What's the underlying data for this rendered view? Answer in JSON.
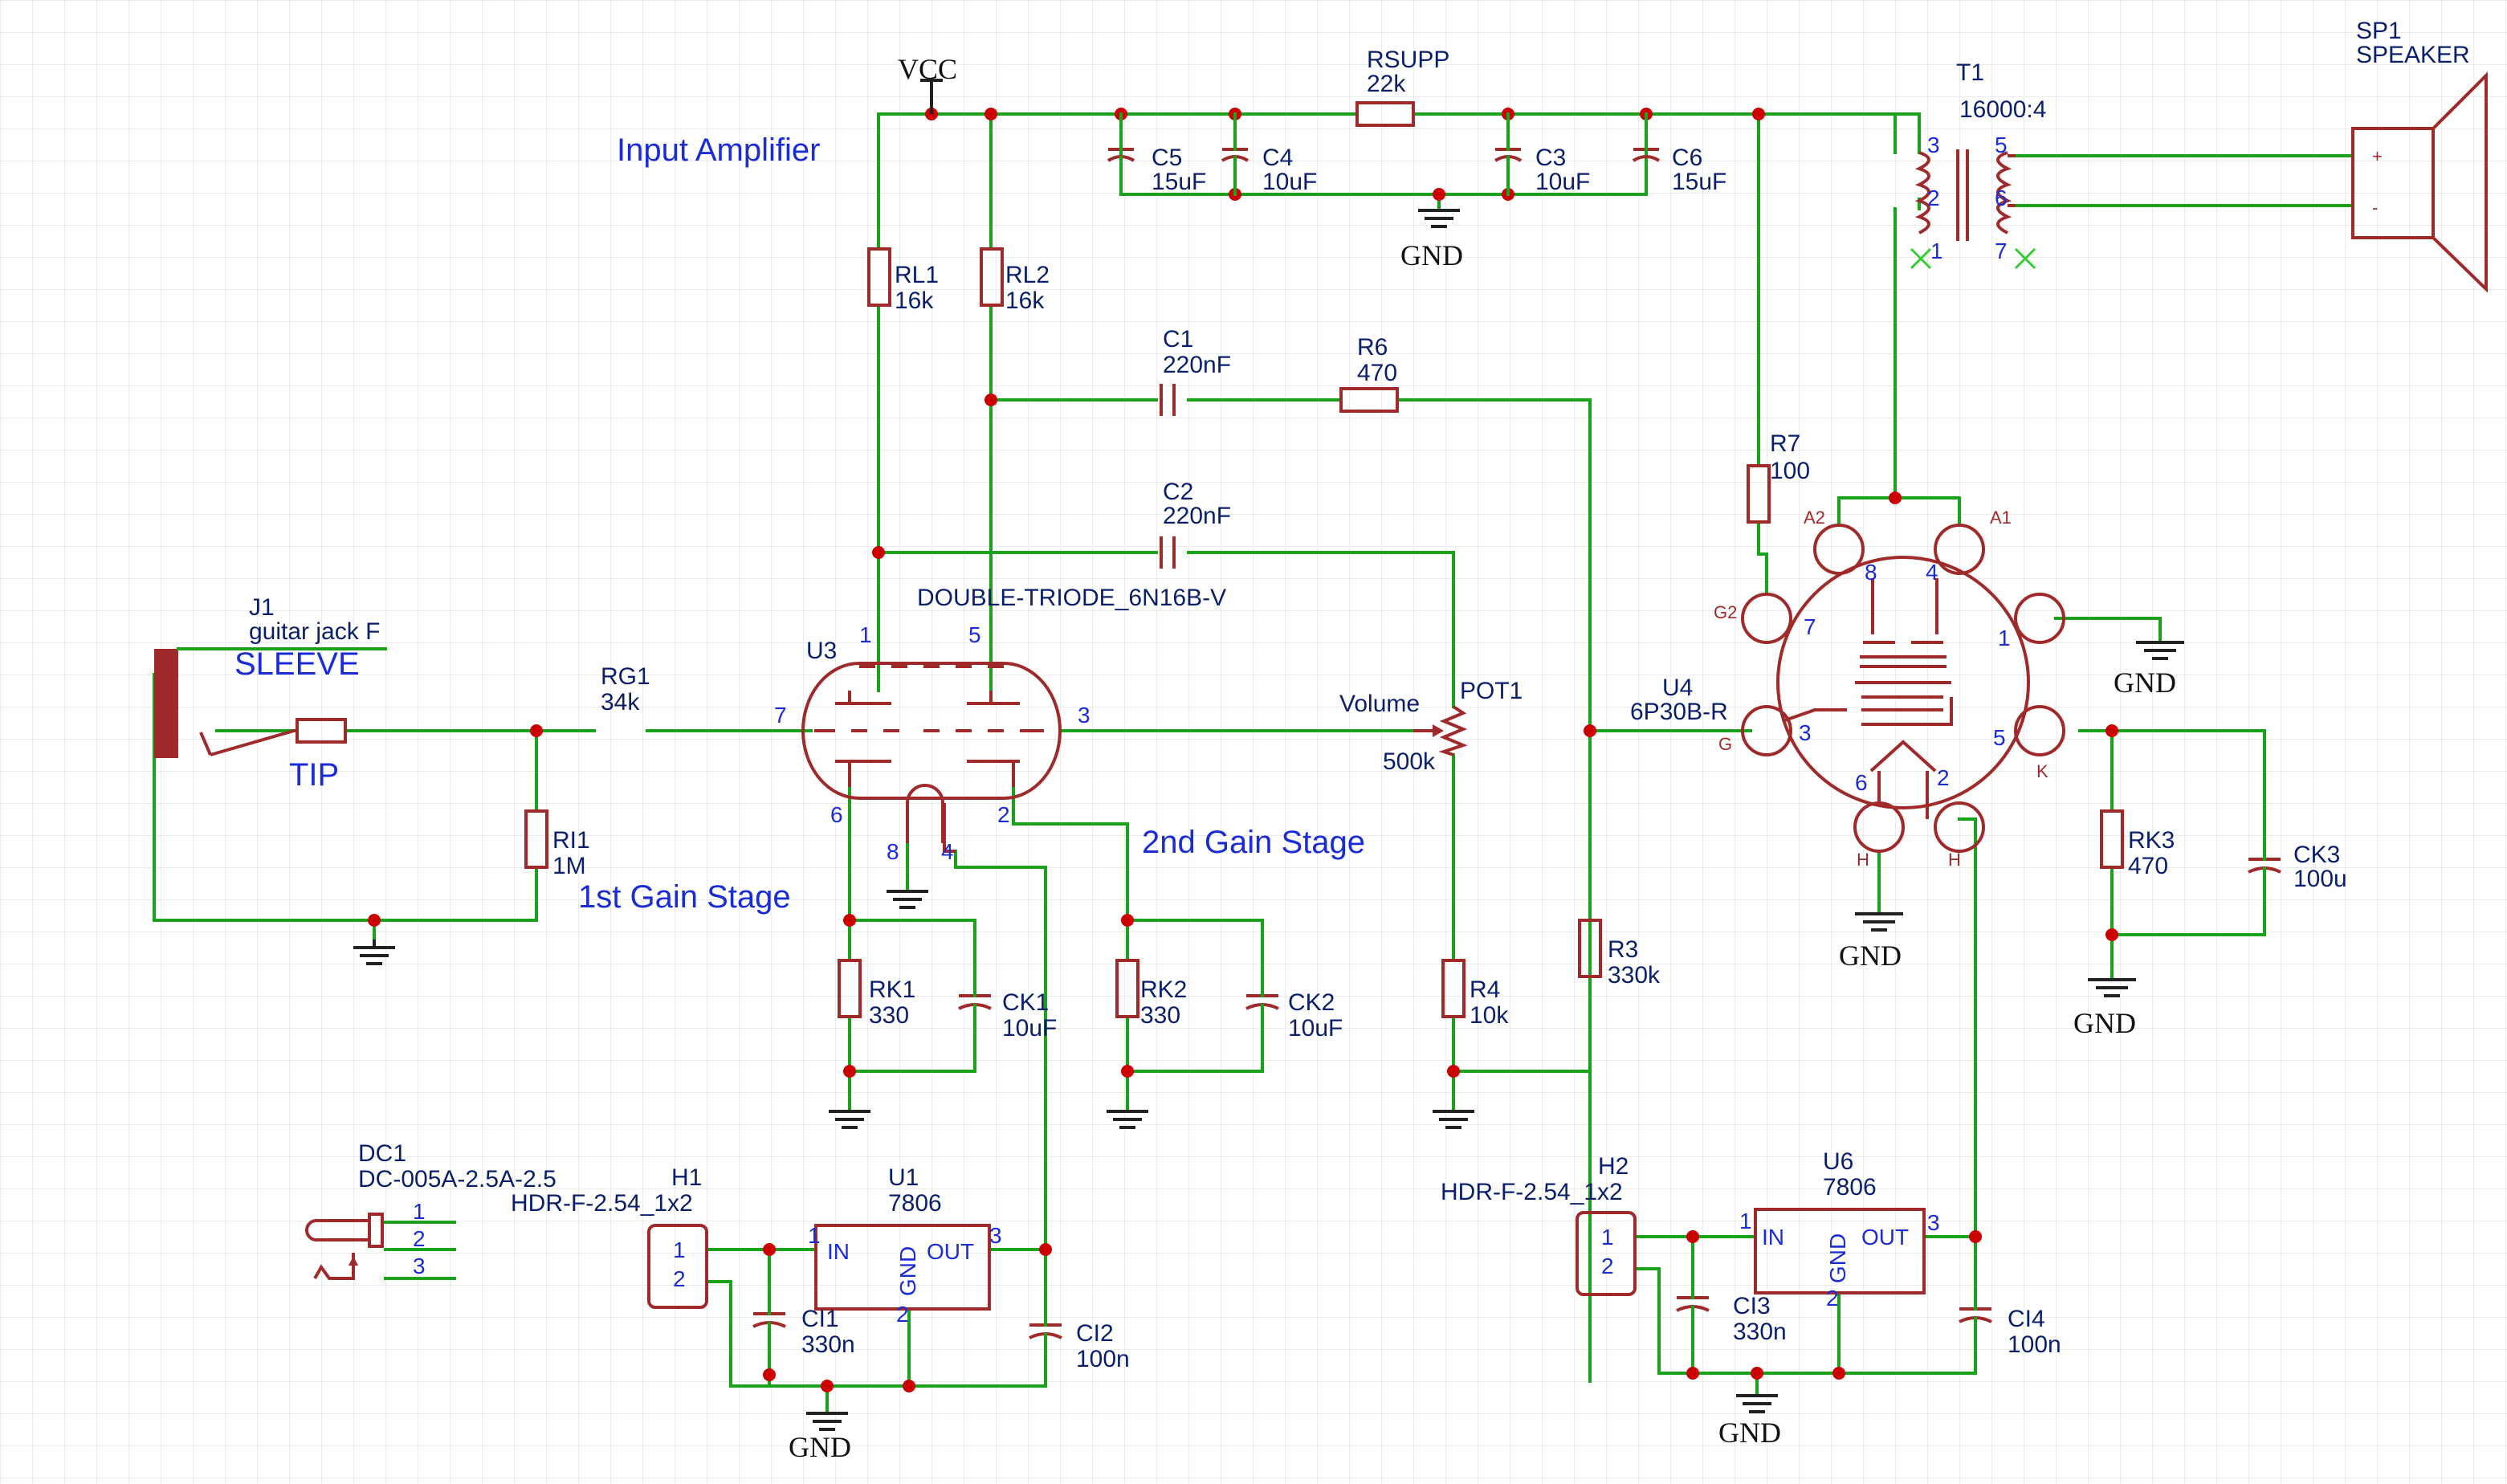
{
  "titles": {
    "input_amp": "Input Amplifier",
    "gain1": "1st Gain Stage",
    "gain2": "2nd Gain Stage"
  },
  "nets": {
    "vcc": "VCC",
    "gnd": "GND"
  },
  "jack": {
    "ref": "J1",
    "value": "guitar jack F",
    "sleeve": "SLEEVE",
    "tip": "TIP"
  },
  "rg1": {
    "ref": "RG1",
    "value": "34k"
  },
  "ri1": {
    "ref": "RI1",
    "value": "1M"
  },
  "rl1": {
    "ref": "RL1",
    "value": "16k"
  },
  "rl2": {
    "ref": "RL2",
    "value": "16k"
  },
  "c1": {
    "ref": "C1",
    "value": "220nF"
  },
  "c2": {
    "ref": "C2",
    "value": "220nF"
  },
  "r6": {
    "ref": "R6",
    "value": "470"
  },
  "rsupp": {
    "ref": "RSUPP",
    "value": "22k"
  },
  "c5": {
    "ref": "C5",
    "value": "15uF"
  },
  "c4": {
    "ref": "C4",
    "value": "10uF"
  },
  "c3": {
    "ref": "C3",
    "value": "10uF"
  },
  "c6": {
    "ref": "C6",
    "value": "15uF"
  },
  "u3": {
    "ref": "U3",
    "value": "DOUBLE-TRIODE_6N16B-V"
  },
  "pot1": {
    "ref": "POT1",
    "value": "500k",
    "label": "Volume"
  },
  "rk1": {
    "ref": "RK1",
    "value": "330"
  },
  "ck1": {
    "ref": "CK1",
    "value": "10uF"
  },
  "rk2": {
    "ref": "RK2",
    "value": "330"
  },
  "ck2": {
    "ref": "CK2",
    "value": "10uF"
  },
  "r4": {
    "ref": "R4",
    "value": "10k"
  },
  "r3": {
    "ref": "R3",
    "value": "330k"
  },
  "r7": {
    "ref": "R7",
    "value": "100"
  },
  "u4": {
    "ref": "U4",
    "value": "6P30B-R"
  },
  "rk3": {
    "ref": "RK3",
    "value": "470"
  },
  "ck3": {
    "ref": "CK3",
    "value": "100u"
  },
  "t1": {
    "ref": "T1",
    "value": "16000:4"
  },
  "sp1": {
    "ref": "SP1",
    "value": "SPEAKER"
  },
  "dc1": {
    "ref": "DC1",
    "value": "DC-005A-2.5A-2.5"
  },
  "h1": {
    "ref": "H1",
    "value": "HDR-F-2.54_1x2"
  },
  "h2": {
    "ref": "H2",
    "value": "HDR-F-2.54_1x2"
  },
  "u1": {
    "ref": "U1",
    "value": "7806"
  },
  "u6": {
    "ref": "U6",
    "value": "7806"
  },
  "ci1": {
    "ref": "CI1",
    "value": "330n"
  },
  "ci2": {
    "ref": "CI2",
    "value": "100n"
  },
  "ci3": {
    "ref": "CI3",
    "value": "330n"
  },
  "ci4": {
    "ref": "CI4",
    "value": "100n"
  },
  "reg_pins": {
    "in": "IN",
    "out": "OUT",
    "gnd": "GND"
  },
  "tube_pins": {
    "a1": "A1",
    "a2": "A2",
    "g2": "G2",
    "g": "G",
    "k": "K",
    "h": "H"
  },
  "speaker_pins": {
    "plus": "+",
    "minus": "-"
  },
  "pin_numbers": [
    "1",
    "2",
    "3",
    "4",
    "5",
    "6",
    "7",
    "8"
  ],
  "colors": {
    "wire": "#1aa31a",
    "component": "#a02a2a",
    "junction": "#cc0000",
    "label": "#1a2bd8"
  }
}
